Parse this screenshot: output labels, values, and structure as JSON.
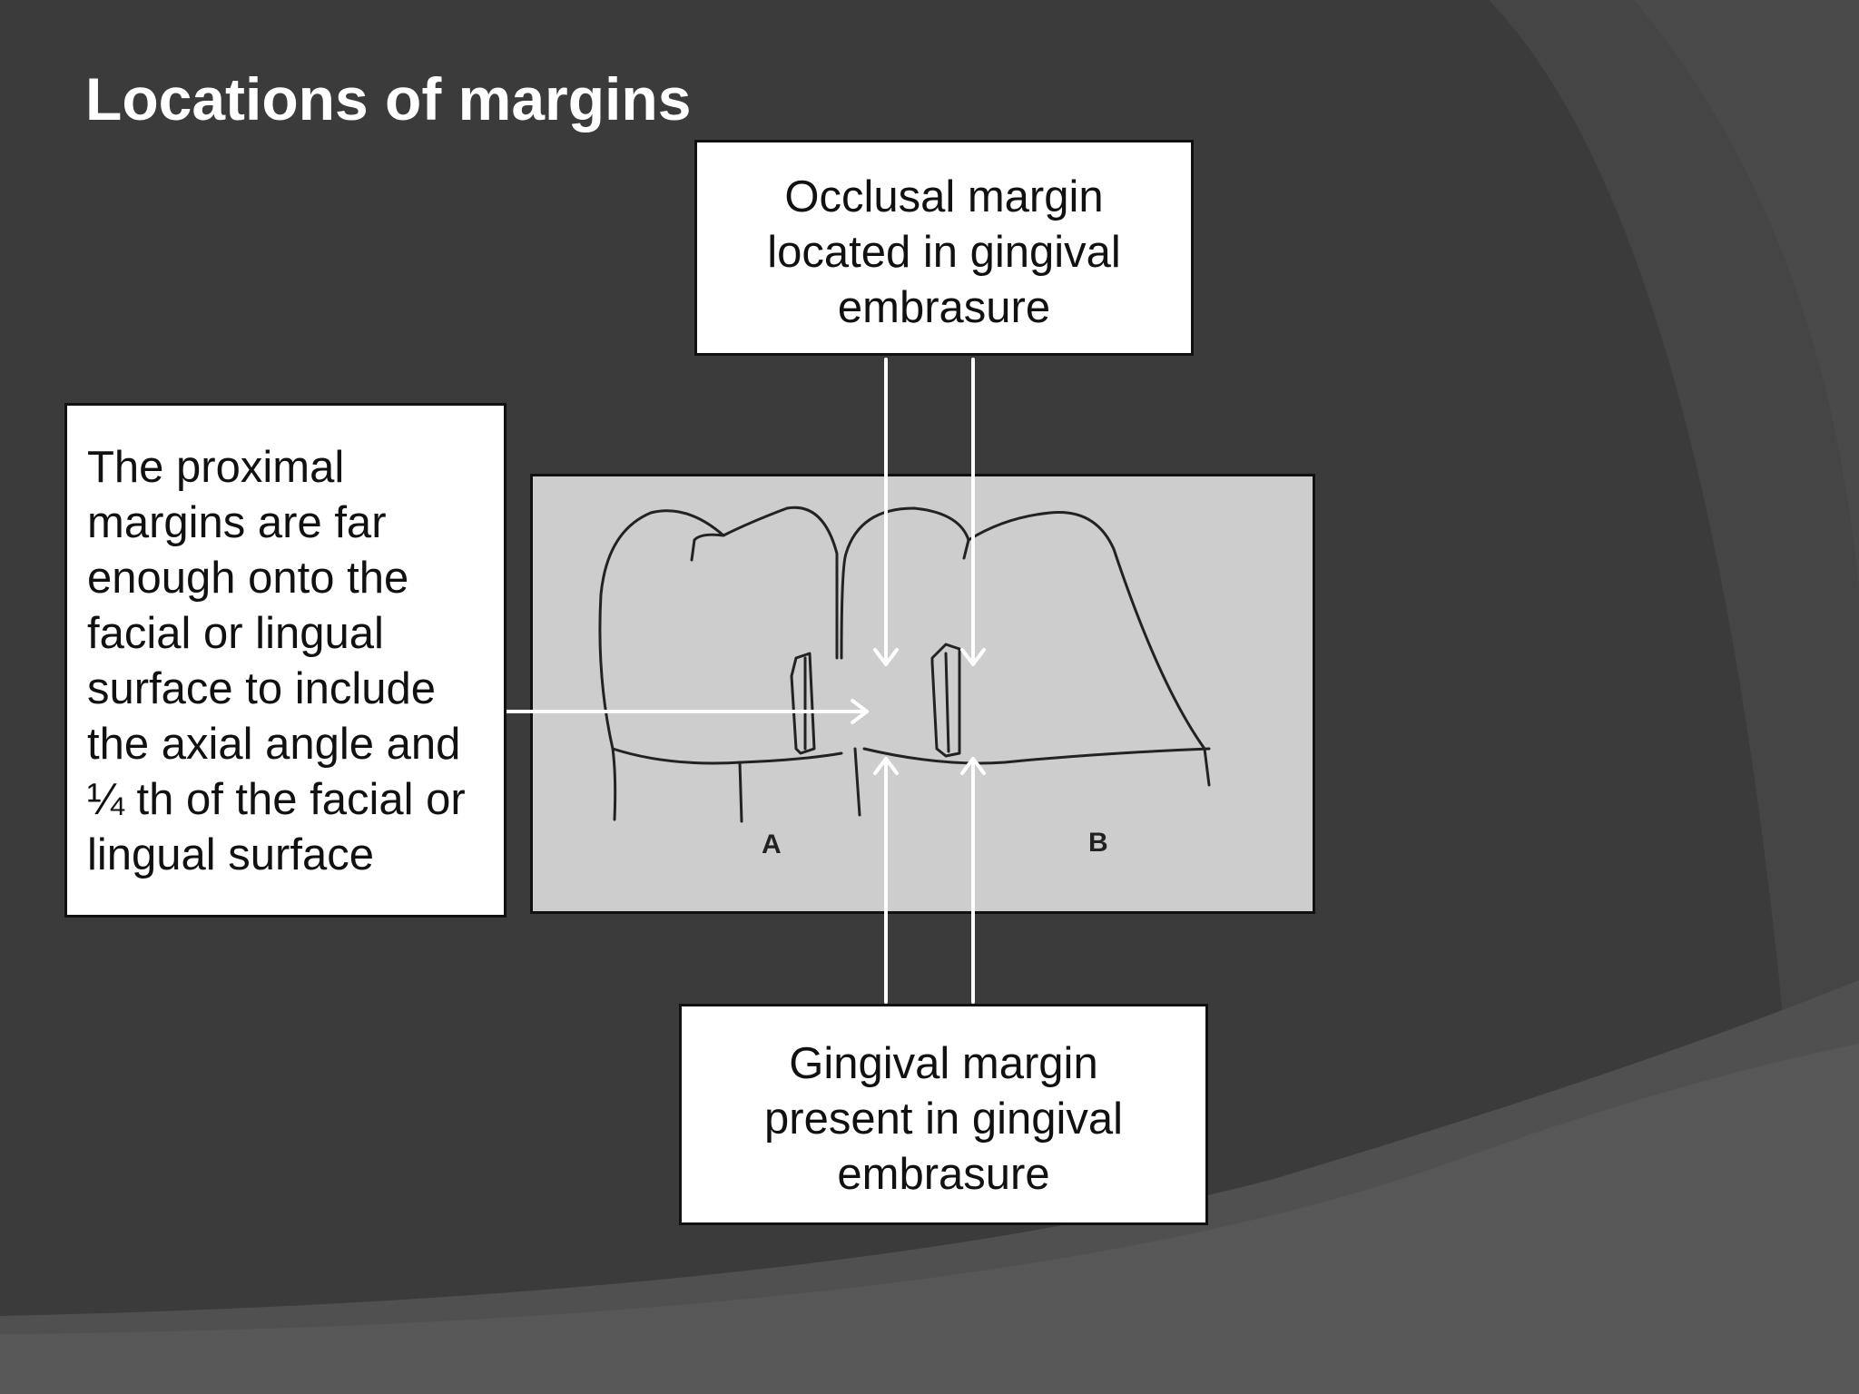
{
  "slide": {
    "title": "Locations of margins",
    "background_color": "#3b3b3b"
  },
  "callouts": {
    "occlusal": {
      "lines": [
        "Occlusal margin",
        "located in gingival",
        "embrasure"
      ]
    },
    "proximal": {
      "lines": [
        "The proximal",
        "margins are far",
        "enough onto the",
        "facial or lingual",
        "surface to include",
        "the axial angle and",
        "¼ th of the facial or",
        "lingual surface"
      ]
    },
    "gingival": {
      "lines": [
        "Gingival margin",
        "present in gingival",
        "embrasure"
      ]
    }
  },
  "figure": {
    "tooth_labels": [
      "A",
      "B"
    ]
  }
}
